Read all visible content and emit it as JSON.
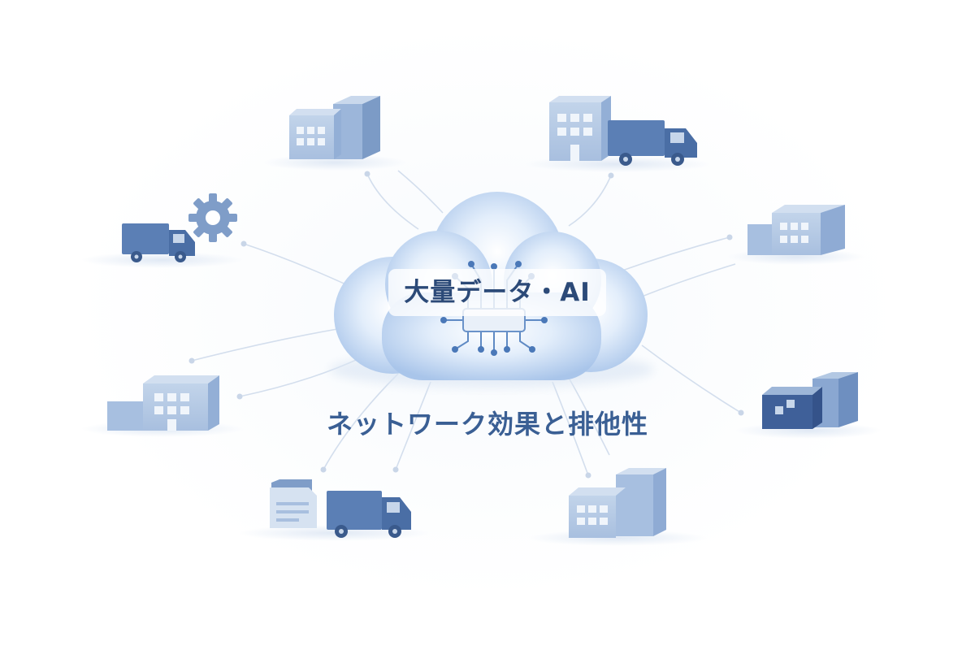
{
  "hub": {
    "label": "大量データ・AI"
  },
  "caption": "ネットワーク効果と排他性",
  "colors": {
    "building_light": "#b3c8e3",
    "building_mid": "#9db6d8",
    "building_dark": "#7f9dc8",
    "window": "#f2f6fb",
    "truck_body": "#5b7fb5",
    "truck_dark": "#4a6ea5",
    "connector_line": "#ccd9ea",
    "cloud_center": "#ffffff",
    "cloud_edge": "#a9c5ea",
    "chip": "#3f6fb0",
    "text_primary": "#2c4a78",
    "text_caption": "#3a5f94"
  },
  "nodes": [
    {
      "id": "warehouse-top",
      "icon": "warehouse-icon"
    },
    {
      "id": "depot-truck-top-right",
      "icon": "building-truck-icon"
    },
    {
      "id": "truck-gear-left",
      "icon": "truck-gear-icon"
    },
    {
      "id": "warehouse-right",
      "icon": "warehouse-icon"
    },
    {
      "id": "building-left",
      "icon": "building-icon"
    },
    {
      "id": "package-right",
      "icon": "package-icon"
    },
    {
      "id": "document-truck-bottom",
      "icon": "document-truck-icon"
    },
    {
      "id": "building-bottom",
      "icon": "building-icon"
    }
  ]
}
